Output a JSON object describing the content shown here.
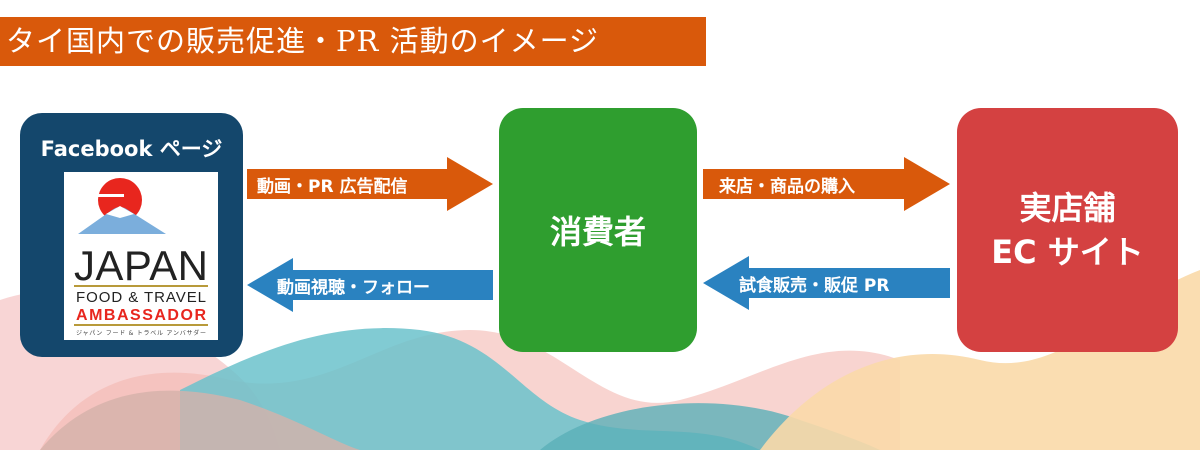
{
  "title": "タイ国内での販売促進・PR 活動のイメージ",
  "facebook": {
    "title": "Facebook ページ",
    "logo": {
      "main": "JAPAN",
      "line2": "FOOD & TRAVEL",
      "line3": "AMBASSADOR",
      "kana": "ジャパン フード & トラベル アンバサダー"
    }
  },
  "consumer": {
    "label": "消費者"
  },
  "shop": {
    "line1": "実店舗",
    "line2": "EC サイト"
  },
  "arrows": {
    "ad": "動画・PR 広告配信",
    "follow": "動画視聴・フォロー",
    "visit": "来店・商品の購入",
    "trial": "試食販売・販促 PR"
  },
  "colors": {
    "orange": "#D9590B",
    "blue": "#2A82C0",
    "navy": "#14476C",
    "green": "#2F9E2F",
    "red": "#D44141"
  }
}
